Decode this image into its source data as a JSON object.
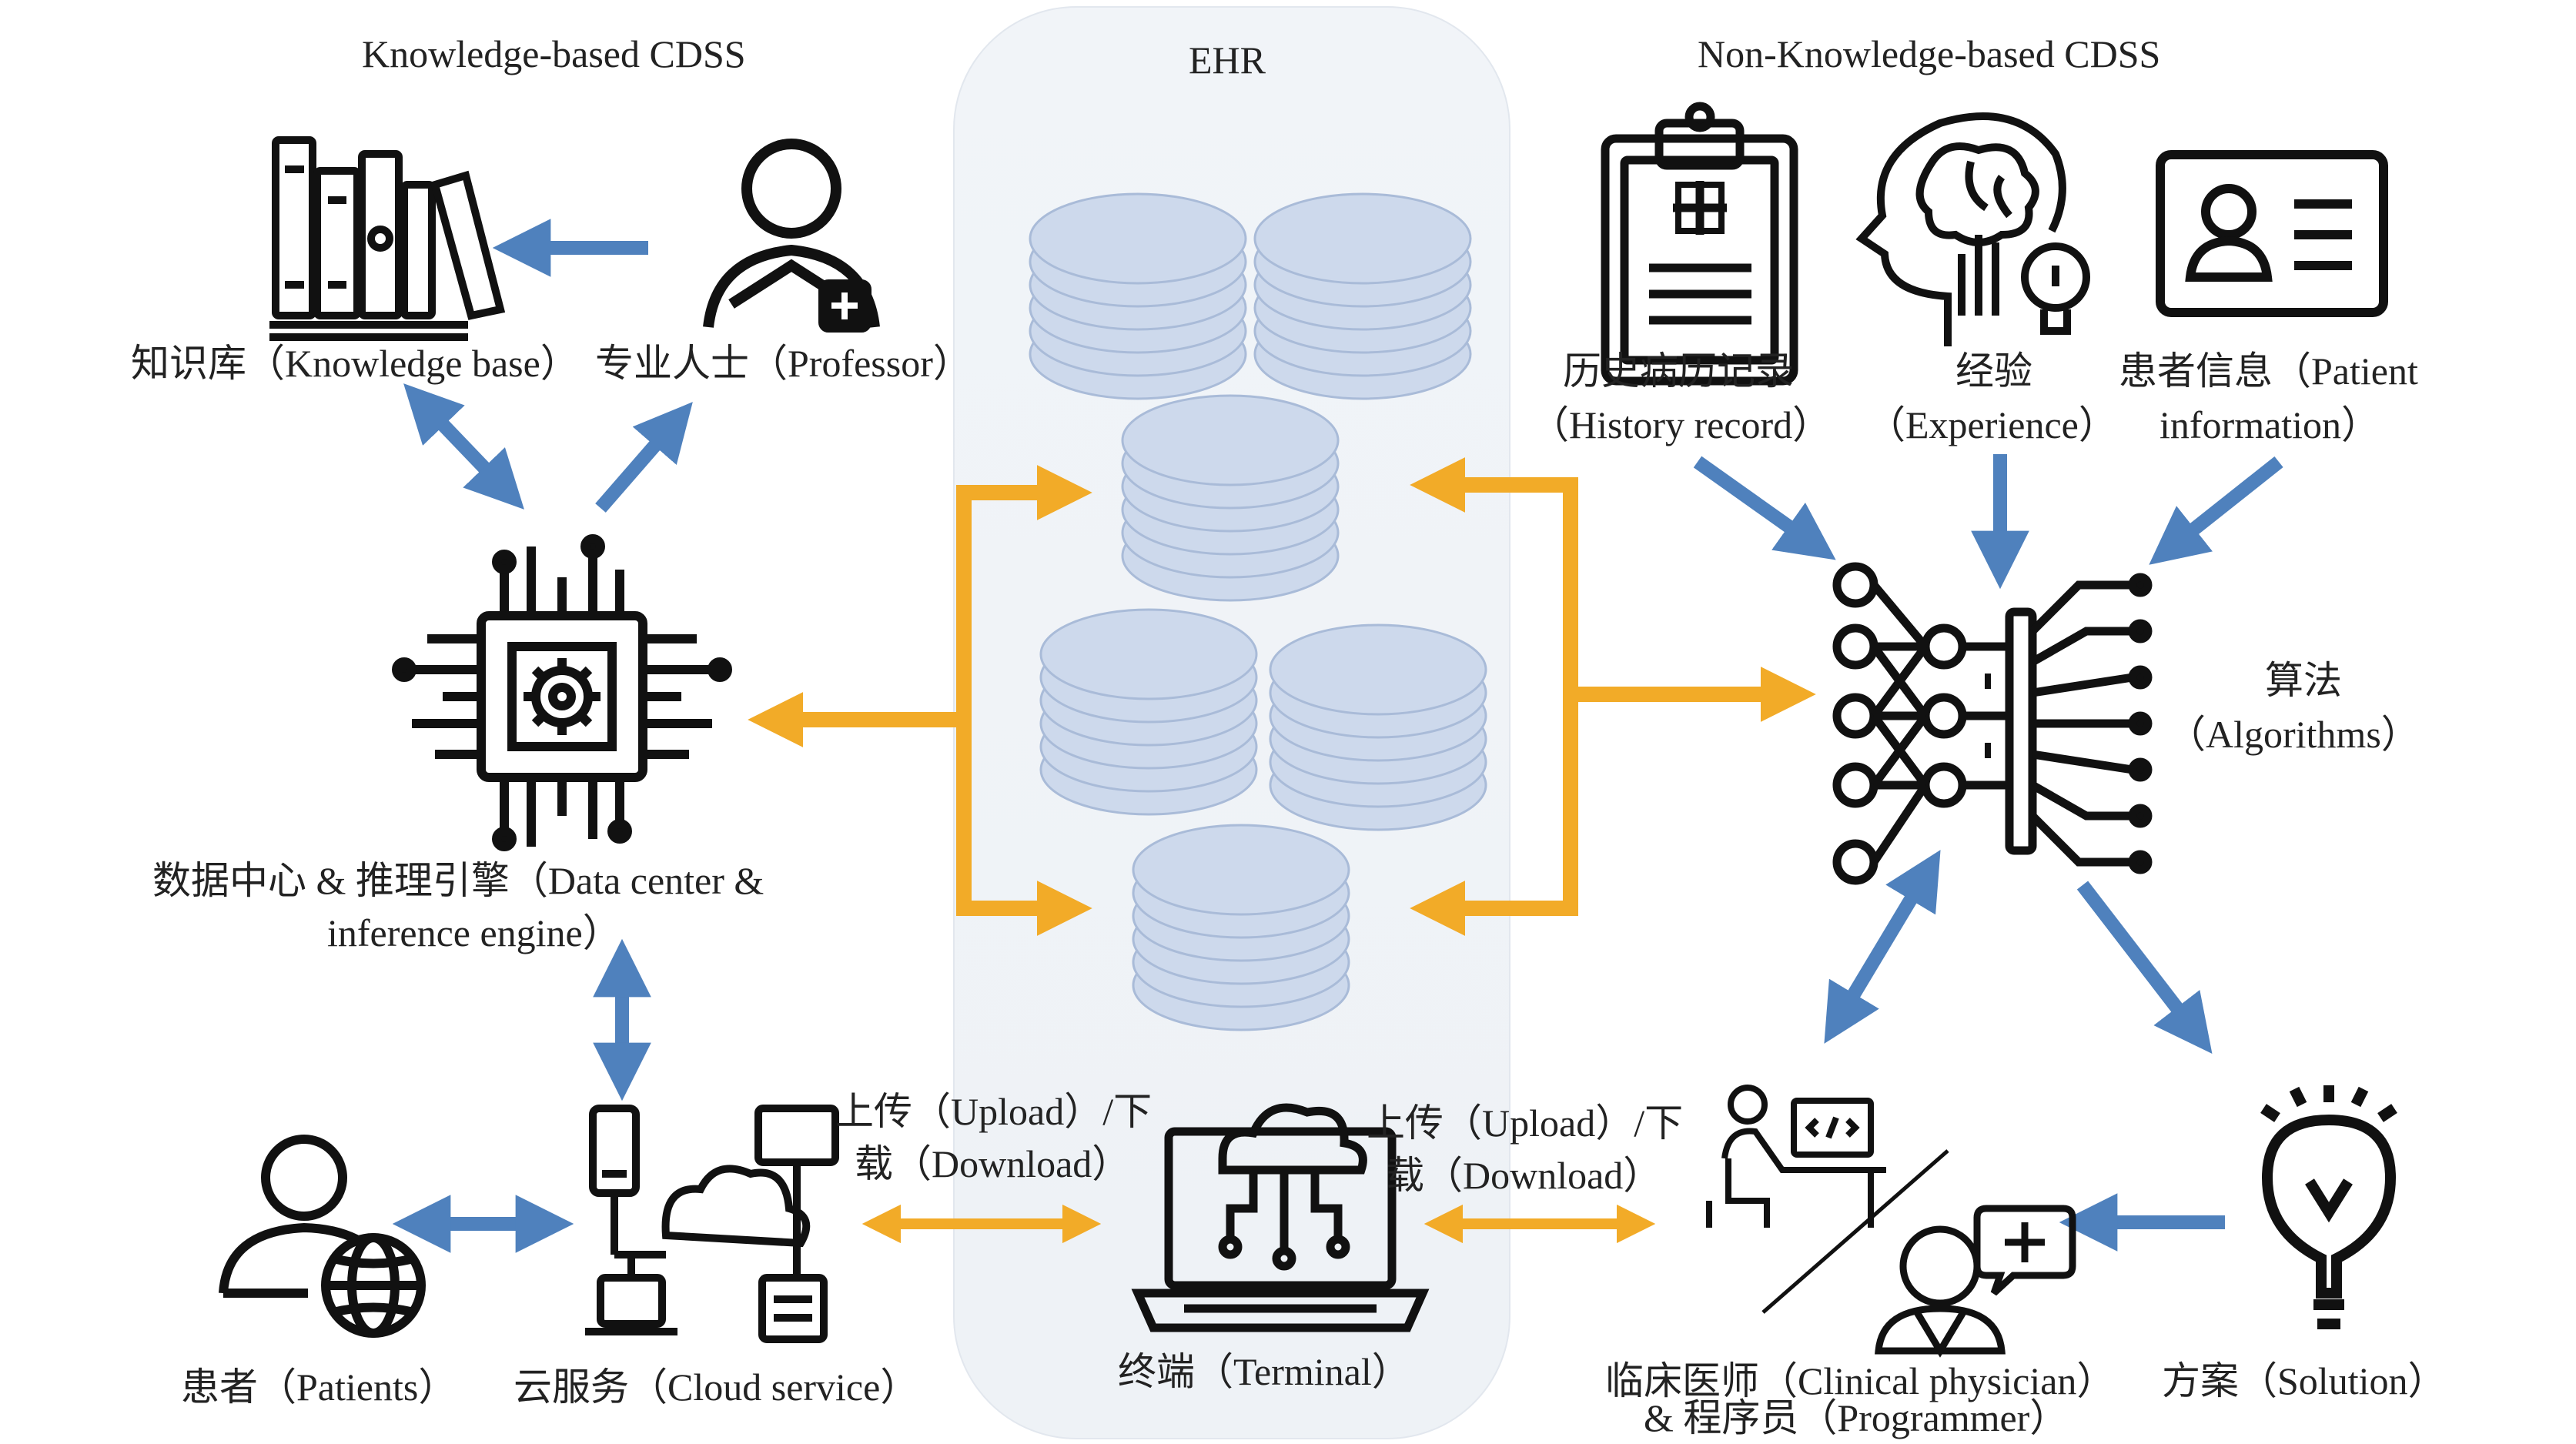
{
  "titles": {
    "knowledge": "Knowledge-based CDSS",
    "ehr": "EHR",
    "non_knowledge": "Non-Knowledge-based CDSS"
  },
  "left": {
    "knowledge_base": "知识库（Knowledge base）",
    "professor": "专业人士（Professor）",
    "data_center_line1": "数据中心 & 推理引擎（Data center &",
    "data_center_line2": "inference engine）",
    "patients": "患者（Patients）",
    "cloud": "云服务（Cloud service）"
  },
  "center": {
    "transfer_left_line1": "上传（Upload）/下",
    "transfer_left_line2": "载（Download）",
    "transfer_right_line1": "上传（Upload）/下",
    "transfer_right_line2": "载（Download）",
    "terminal": "终端（Terminal）"
  },
  "right": {
    "history_line1": "历史病历记录",
    "history_line2": "（History record）",
    "experience_line1": "经验",
    "experience_line2": "（Experience）",
    "patient_info_line1": "患者信息（Patient",
    "patient_info_line2": "information）",
    "algorithms_line1": "算法",
    "algorithms_line2": "（Algorithms）",
    "physician_line1": "临床医师（Clinical physician）",
    "physician_line2": "& 程序员（Programmer）",
    "solution": "方案（Solution）"
  },
  "colors": {
    "blue_arrow": "#4f81bd",
    "orange_arrow": "#f2ab28",
    "db_fill": "#cdd9ec",
    "db_stroke": "#a9bbd8",
    "icon": "#111111"
  }
}
